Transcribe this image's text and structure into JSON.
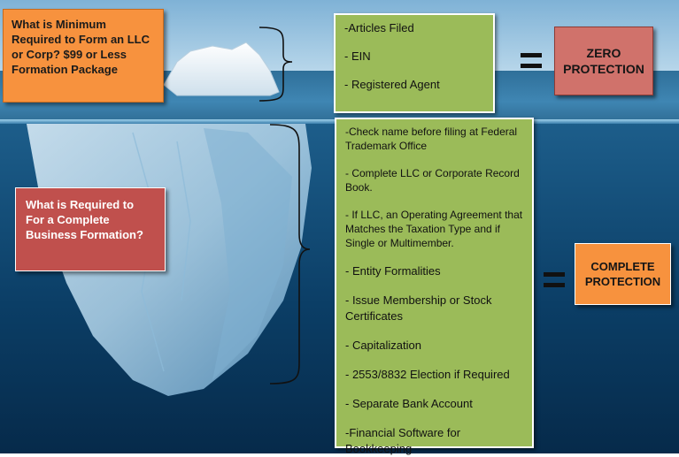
{
  "minimum_box": {
    "text": "What is Minimum Required to Form an LLC or Corp? $99 or Less Formation Package"
  },
  "minimum_items": [
    "-Articles Filed",
    "- EIN",
    "- Registered Agent"
  ],
  "zero_box": {
    "line1": "ZERO",
    "line2": "PROTECTION"
  },
  "complete_question_box": {
    "text": "What is Required to For a Complete Business Formation?"
  },
  "complete_items": [
    "-Check name before filing at Federal Trademark Office",
    "- Complete LLC or Corporate Record Book.",
    "- If LLC, an Operating Agreement that Matches the Taxation Type and if Single or Multimember.",
    "- Entity Formalities",
    "- Issue Membership or Stock Certificates",
    "- Capitalization",
    "- 2553/8832 Election if Required",
    "- Separate Bank Account",
    "-Financial Software for Bookkeeping"
  ],
  "complete_protection_box": {
    "line1": "COMPLETE",
    "line2": "PROTECTION"
  },
  "colors": {
    "orange": "#f7923e",
    "red": "#c0504d",
    "green": "#9bbb59",
    "zero_red": "#d0726b",
    "deep_water": "#0b3e66"
  }
}
